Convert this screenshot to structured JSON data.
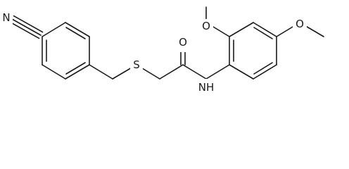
{
  "molecule": {
    "atoms": {
      "nitrile_n": "N",
      "sulfur": "S",
      "carbonyl_o": "O",
      "amide_n": "NH",
      "methoxy_o_ortho": "O",
      "methoxy_o_para": "O"
    }
  }
}
